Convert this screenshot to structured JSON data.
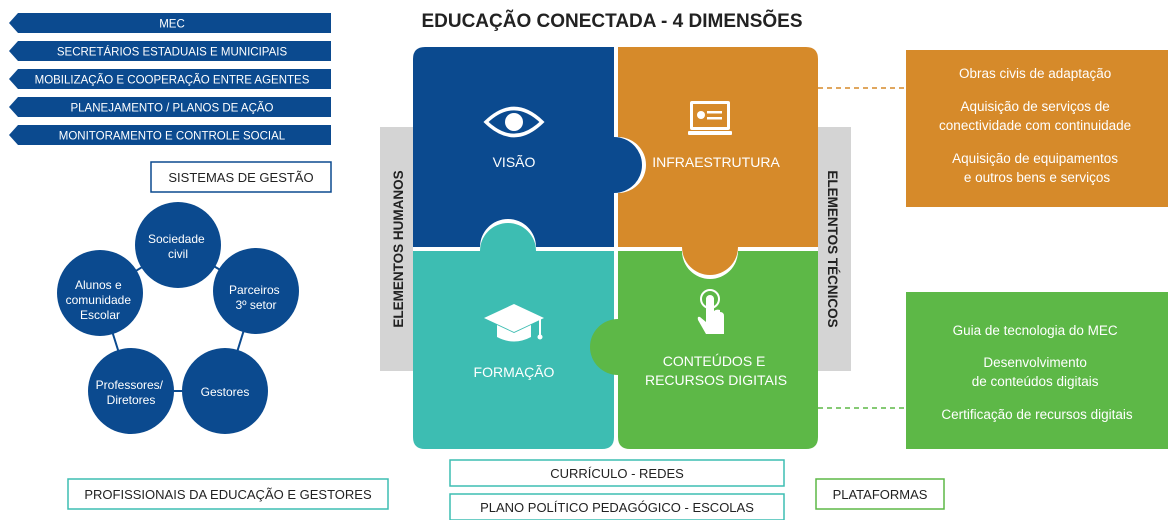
{
  "title": "EDUCAÇÃO CONECTADA  - 4 DIMENSÕES",
  "left_bars": [
    "MEC",
    "SECRETÁRIOS ESTADUAIS E MUNICIPAIS",
    "MOBILIZAÇÃO E COOPERAÇÃO ENTRE AGENTES",
    "PLANEJAMENTO / PLANOS DE AÇÃO",
    "MONITORAMENTO E CONTROLE SOCIAL"
  ],
  "sistemas_label": "SISTEMAS DE GESTÃO",
  "circles": [
    [
      "Sociedade",
      "civil"
    ],
    [
      "Parceiros",
      "3º setor"
    ],
    [
      "Gestores"
    ],
    [
      "Professores/",
      "Diretores"
    ],
    [
      "Alunos e",
      "comunidade",
      "Escolar"
    ]
  ],
  "side_labels": {
    "left": "ELEMENTOS HUMANOS",
    "right": "ELEMENTOS TÉCNICOS"
  },
  "quadrants": {
    "visao": [
      "VISÃO"
    ],
    "infra": [
      "INFRAESTRUTURA"
    ],
    "formacao": [
      "FORMAÇÃO"
    ],
    "conteudos": [
      "CONTEÚDOS E",
      "RECURSOS DIGITAIS"
    ]
  },
  "orange_box": [
    [
      "Obras civis de adaptação"
    ],
    [
      "Aquisição de serviços de",
      "conectividade com continuidade"
    ],
    [
      "Aquisição de equipamentos",
      "e outros bens e serviços"
    ]
  ],
  "green_box": [
    [
      "Guia de tecnologia do MEC"
    ],
    [
      "Desenvolvimento",
      "de conteúdos digitais"
    ],
    [
      "Certificação de recursos digitais"
    ]
  ],
  "bottom": {
    "profissionais": "PROFISSIONAIS DA EDUCAÇÃO E GESTORES",
    "curriculo": "CURRÍCULO - REDES",
    "plano": "PLANO POLÍTICO PEDAGÓGICO - ESCOLAS",
    "plataformas": "PLATAFORMAS"
  },
  "colors": {
    "dark_blue": "#0b4a8f",
    "orange": "#d68a2a",
    "teal": "#3dbdb2",
    "green": "#5db847",
    "gray": "#d4d4d4",
    "text_dark": "#222222"
  }
}
